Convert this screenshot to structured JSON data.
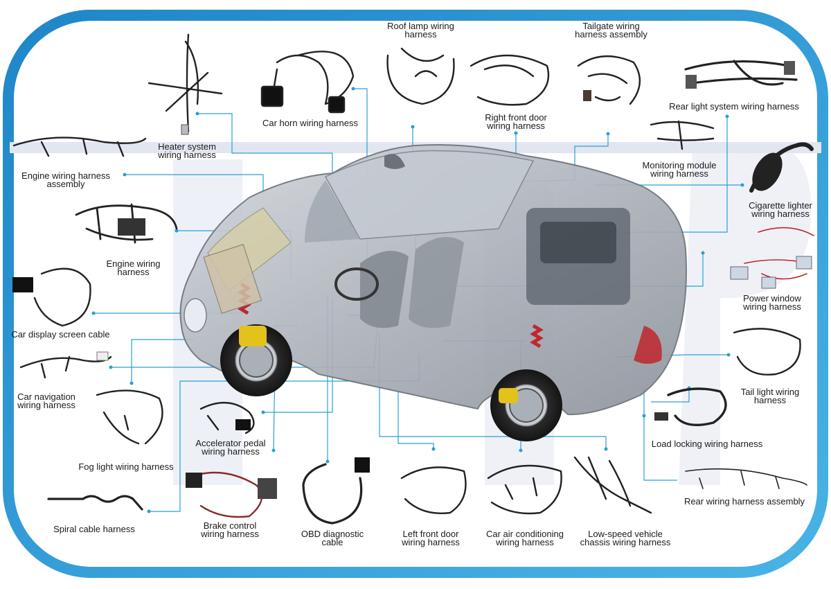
{
  "colors": {
    "frame_blue": "#1e8fd0",
    "frame_light": "#4fb6e8",
    "leader_line": "#2a9fd6",
    "watermark": "#dde3ee",
    "car_body": "#b7bcc4",
    "wire": "#222222",
    "caliper_yellow": "#e2c21b",
    "spring_red": "#c0262d"
  },
  "labels": {
    "roof_lamp": [
      "Roof lamp wiring",
      "harness"
    ],
    "tailgate": [
      "Tailgate wiring",
      "harness assembly"
    ],
    "car_horn": [
      "Car horn wiring harness"
    ],
    "heater": [
      "Heater system",
      "wiring harness"
    ],
    "right_front_door": [
      "Right front door",
      "wiring harness"
    ],
    "rear_light_system": [
      "Rear light system wiring harness"
    ],
    "engine_assembly": [
      "Engine wiring harness",
      "assembly"
    ],
    "monitoring": [
      "Monitoring module",
      "wiring harness"
    ],
    "cigarette": [
      "Cigarette lighter",
      "wiring harness"
    ],
    "engine": [
      "Engine wiring",
      "harness"
    ],
    "power_window": [
      "Power window",
      "wiring harness"
    ],
    "display_screen": [
      "Car display screen cable"
    ],
    "tail_light": [
      "Tail light wiring",
      "harness"
    ],
    "navigation": [
      "Car navigation",
      "wiring harness"
    ],
    "accelerator": [
      "Accelerator pedal",
      "wiring harness"
    ],
    "load_locking": [
      "Load locking wiring harness"
    ],
    "fog_light": [
      "Fog light wiring harness"
    ],
    "rear_assembly": [
      "Rear wiring harness assembly"
    ],
    "spiral": [
      "Spiral cable harness"
    ],
    "brake": [
      "Brake control",
      "wiring harness"
    ],
    "obd": [
      "OBD diagnostic",
      "cable"
    ],
    "left_front_door": [
      "Left front door",
      "wiring harness"
    ],
    "air_conditioning": [
      "Car air conditioning",
      "wiring harness"
    ],
    "low_speed": [
      "Low-speed vehicle",
      "chassis wiring harness"
    ]
  }
}
